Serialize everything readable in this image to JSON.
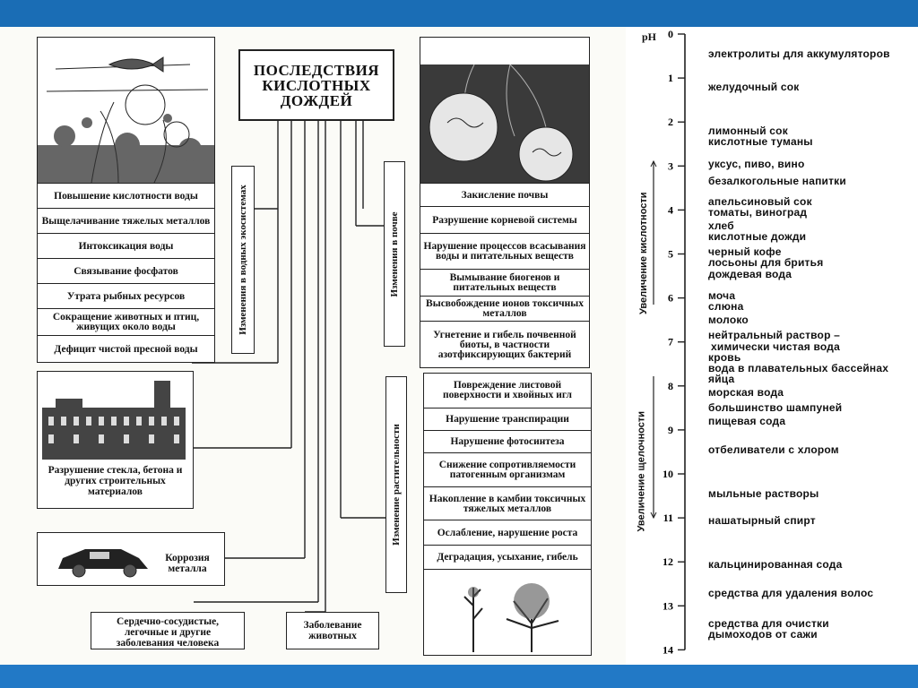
{
  "colors": {
    "frame_blue": "#1f6fb3",
    "paper": "#fbfbf7",
    "ink": "#111111"
  },
  "title": "ПОСЛЕДСТВИЯ КИСЛОТНЫХ ДОЖДЕЙ",
  "water": {
    "section_label": "Изменения в водных экосистемах",
    "items": [
      "Повышение кислотности воды",
      "Выщелачивание тяжелых металлов",
      "Интоксикация воды",
      "Связывание фосфатов",
      "Утрата рыбных ресурсов",
      "Сокращение животных и птиц, живущих около воды",
      "Дефицит чистой пресной воды"
    ]
  },
  "soil": {
    "section_label": "Изменения в почве",
    "items": [
      "Закисление почвы",
      "Разрушение корневой системы",
      "Нарушение процессов всасывания воды и питательных веществ",
      "Вымывание биогенов и питательных веществ",
      "Высвобождение ионов токсичных металлов",
      "Угнетение и гибель почвенной биоты, в частности азотфиксирующих бактерий"
    ]
  },
  "vegetation": {
    "section_label": "Изменение растительности",
    "items": [
      "Повреждение листовой поверхности и хвойных игл",
      "Нарушение транспирации",
      "Нарушение фотосинтеза",
      "Снижение сопротивляемости патогенным организмам",
      "Накопление в камбии токсичных тяжелых металлов",
      "Ослабление, нарушение роста",
      "Деградация, усыхание, гибель"
    ]
  },
  "buildings": {
    "label": "Разрушение стекла, бетона и других строительных материалов"
  },
  "metal": {
    "label": "Коррозия металла"
  },
  "human": {
    "label": "Сердечно-сосудистые, легочные и другие заболевания человека"
  },
  "animals": {
    "label": "Заболевание животных"
  },
  "ph_scale": {
    "axis_title": "pH",
    "ticks": [
      "0",
      "1",
      "2",
      "3",
      "4",
      "5",
      "6",
      "7",
      "8",
      "9",
      "10",
      "11",
      "12",
      "13",
      "14"
    ],
    "acidity_label": "Увеличение кислотности",
    "alkalinity_label": "Увеличение щелочности",
    "items": [
      {
        "text": "электролиты для аккумуляторов",
        "ph": 0.45
      },
      {
        "text": "желудочный сок",
        "ph": 1.2
      },
      {
        "text": "лимонный сок",
        "ph": 2.2
      },
      {
        "text": "кислотные туманы",
        "ph": 2.45
      },
      {
        "text": "уксус, пиво, вино",
        "ph": 2.95
      },
      {
        "text": "безалкогольные напитки",
        "ph": 3.35
      },
      {
        "text": "апельсиновый сок",
        "ph": 3.8
      },
      {
        "text": "томаты, виноград",
        "ph": 4.05
      },
      {
        "text": "хлеб",
        "ph": 4.35
      },
      {
        "text": "кислотные дожди",
        "ph": 4.6
      },
      {
        "text": "черный кофе",
        "ph": 4.95
      },
      {
        "text": "лосьоны для бритья",
        "ph": 5.2
      },
      {
        "text": "дождевая вода",
        "ph": 5.45
      },
      {
        "text": "моча",
        "ph": 5.95
      },
      {
        "text": "слюна",
        "ph": 6.2
      },
      {
        "text": "молоко",
        "ph": 6.5
      },
      {
        "text": "нейтральный раствор –",
        "ph": 6.85
      },
      {
        "text": "химически чистая вода",
        "ph": 7.1
      },
      {
        "text": "кровь",
        "ph": 7.35
      },
      {
        "text": "вода в плавательных бассейнах",
        "ph": 7.6
      },
      {
        "text": "яйца",
        "ph": 7.85
      },
      {
        "text": "морская вода",
        "ph": 8.15
      },
      {
        "text": "большинство шампуней",
        "ph": 8.5
      },
      {
        "text": "пищевая сода",
        "ph": 8.8
      },
      {
        "text": "отбеливатели с хлором",
        "ph": 9.45
      },
      {
        "text": "мыльные растворы",
        "ph": 10.45
      },
      {
        "text": "нашатырный спирт",
        "ph": 11.05
      },
      {
        "text": "кальцинированная сода",
        "ph": 12.05
      },
      {
        "text": "средства для удаления волос",
        "ph": 12.7
      },
      {
        "text": "средства для очистки",
        "ph": 13.4
      },
      {
        "text": "дымоходов от сажи",
        "ph": 13.65
      }
    ]
  }
}
